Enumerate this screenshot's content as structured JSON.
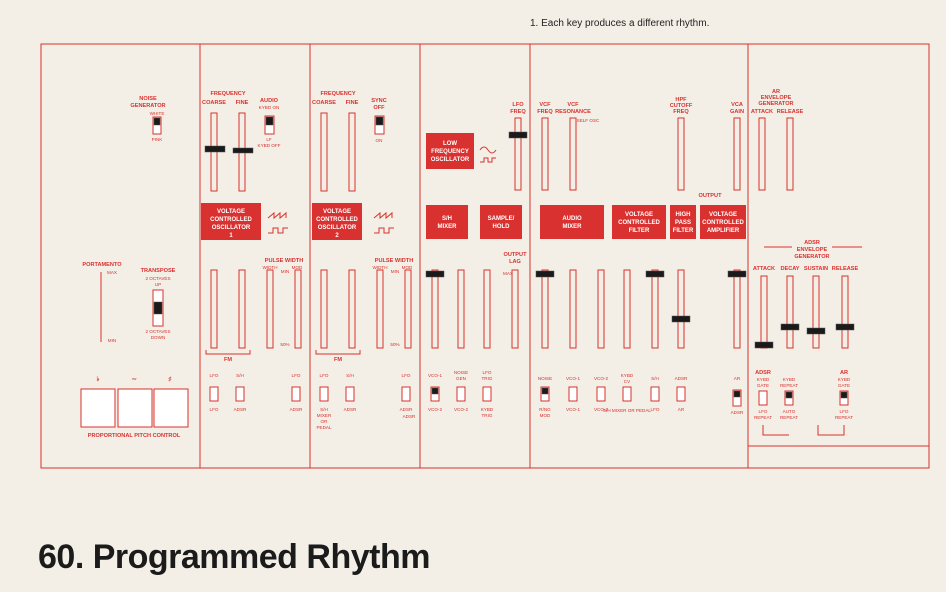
{
  "footnote": "1. Each key produces a different rhythm.",
  "title": "60. Programmed Rhythm",
  "colors": {
    "panel_red": "#d8312f",
    "knob": "#1a1a1a",
    "paper": "#f3efe6"
  },
  "sections": {
    "noise_generator": {
      "line1": "NOISE",
      "line2": "GENERATOR",
      "opt_top": "WHITE",
      "opt_bottom": "PINK"
    },
    "portamento": {
      "label": "PORTAMENTO",
      "max": "MAX",
      "min": "MIN"
    },
    "transpose": {
      "label": "TRANSPOSE",
      "up1": "2 OCTAVES",
      "up2": "UP",
      "down1": "2 OCTAVES",
      "down2": "DOWN"
    },
    "pitch_control": {
      "label": "PROPORTIONAL PITCH CONTROL",
      "flat": "♭",
      "tilde": "∼",
      "sharp": "♯"
    },
    "vco1": {
      "frequency": "FREQUENCY",
      "coarse": "COARSE",
      "fine": "FINE",
      "audio": "AUDIO",
      "kybd_on": "KYBD ON",
      "lf": "LF",
      "kybd_off": "KYBD OFF",
      "name1": "VOLTAGE",
      "name2": "CONTROLLED",
      "name3": "OSCILLATOR",
      "name4": "1",
      "pulse_width": "PULSE WIDTH",
      "width": "WIDTH",
      "mod": "MOD",
      "min": "MIN",
      "pct": "50%",
      "fm": "FM",
      "lfo": "LFO",
      "sh": "S/H",
      "adsr": "ADSR"
    },
    "vco2": {
      "frequency": "FREQUENCY",
      "coarse": "COARSE",
      "fine": "FINE",
      "sync1": "SYNC",
      "sync2": "OFF",
      "on": "ON",
      "name1": "VOLTAGE",
      "name2": "CONTROLLED",
      "name3": "OSCILLATOR",
      "name4": "2",
      "pulse_width": "PULSE WIDTH",
      "width": "WIDTH",
      "mod": "MOD",
      "min": "MIN",
      "pct": "50%",
      "fm": "FM",
      "lfo": "LFO",
      "sh": "S/H",
      "sh_mixer1": "S/H",
      "sh_mixer2": "MIXER",
      "sh_mixer3": "OR",
      "sh_mixer4": "PEDAL",
      "adsr": "ADSR"
    },
    "lfo_sh": {
      "lfo_name1": "LOW",
      "lfo_name2": "FREQUENCY",
      "lfo_name3": "OSCILLATOR",
      "lfo_freq1": "LFO",
      "lfo_freq2": "FREQ",
      "sh_mixer1": "S/H",
      "sh_mixer2": "MIXER",
      "sample_hold1": "SAMPLE/",
      "sample_hold2": "HOLD",
      "output_lag1": "OUTPUT",
      "output_lag2": "LAG",
      "max": "MAX",
      "vco1": "VCO-1",
      "noise_gen1": "NOISE",
      "noise_gen2": "GEN",
      "lfo_trig1": "LFO",
      "lfo_trig2": "TRIG",
      "vco2": "VCO-2",
      "kybd_trig1": "KYBD",
      "kybd_trig2": "TRIG",
      "adsr": "ADSR"
    },
    "filter_amp": {
      "vcf_freq1": "VCF",
      "vcf_freq2": "FREQ",
      "vcf_res1": "VCF",
      "vcf_res2": "RESONANCE",
      "self_osc": "SELF OSC",
      "hpf1": "HPF",
      "hpf2": "CUTOFF",
      "hpf3": "FREQ",
      "vca_gain1": "VCA",
      "vca_gain2": "GAIN",
      "audio_mixer1": "AUDIO",
      "audio_mixer2": "MIXER",
      "vcf1": "VOLTAGE",
      "vcf2": "CONTROLLED",
      "vcf3": "FILTER",
      "hp1": "HIGH",
      "hp2": "PASS",
      "hp3": "FILTER",
      "vca1": "VOLTAGE",
      "vca2": "CONTROLLED",
      "vca3": "AMPLIFIER",
      "output": "OUTPUT",
      "noise": "NOISE",
      "ring_mod1": "R/NG",
      "ring_mod2": "MOD",
      "vco1": "VCO-1",
      "vco2": "VCO-2",
      "kybd_cv1": "KYBD",
      "kybd_cv2": "CV",
      "sh_mixer": "S/H MIXER OR PEDAL",
      "sh": "S/H",
      "lfo": "LFO",
      "adsr": "ADSR",
      "ar": "AR"
    },
    "envelopes": {
      "ar1": "AR",
      "ar2": "ENVELOPE",
      "ar3": "GENERATOR",
      "attack": "ATTACK",
      "release": "RELEASE",
      "adsr1": "ADSR",
      "adsr2": "ENVELOPE",
      "adsr3": "GENERATOR",
      "decay": "DECAY",
      "sustain": "SUSTAIN",
      "adsr_lbl": "ADSR",
      "kybd_gate1": "KYBD",
      "kybd_gate2": "GATE",
      "kybd_repeat1": "KYBD",
      "kybd_repeat2": "REPEAT",
      "ar_lbl": "AR",
      "lfo_repeat1": "LFO",
      "lfo_repeat2": "REPEAT",
      "auto_repeat1": "AUTO",
      "auto_repeat2": "REPEAT"
    }
  }
}
